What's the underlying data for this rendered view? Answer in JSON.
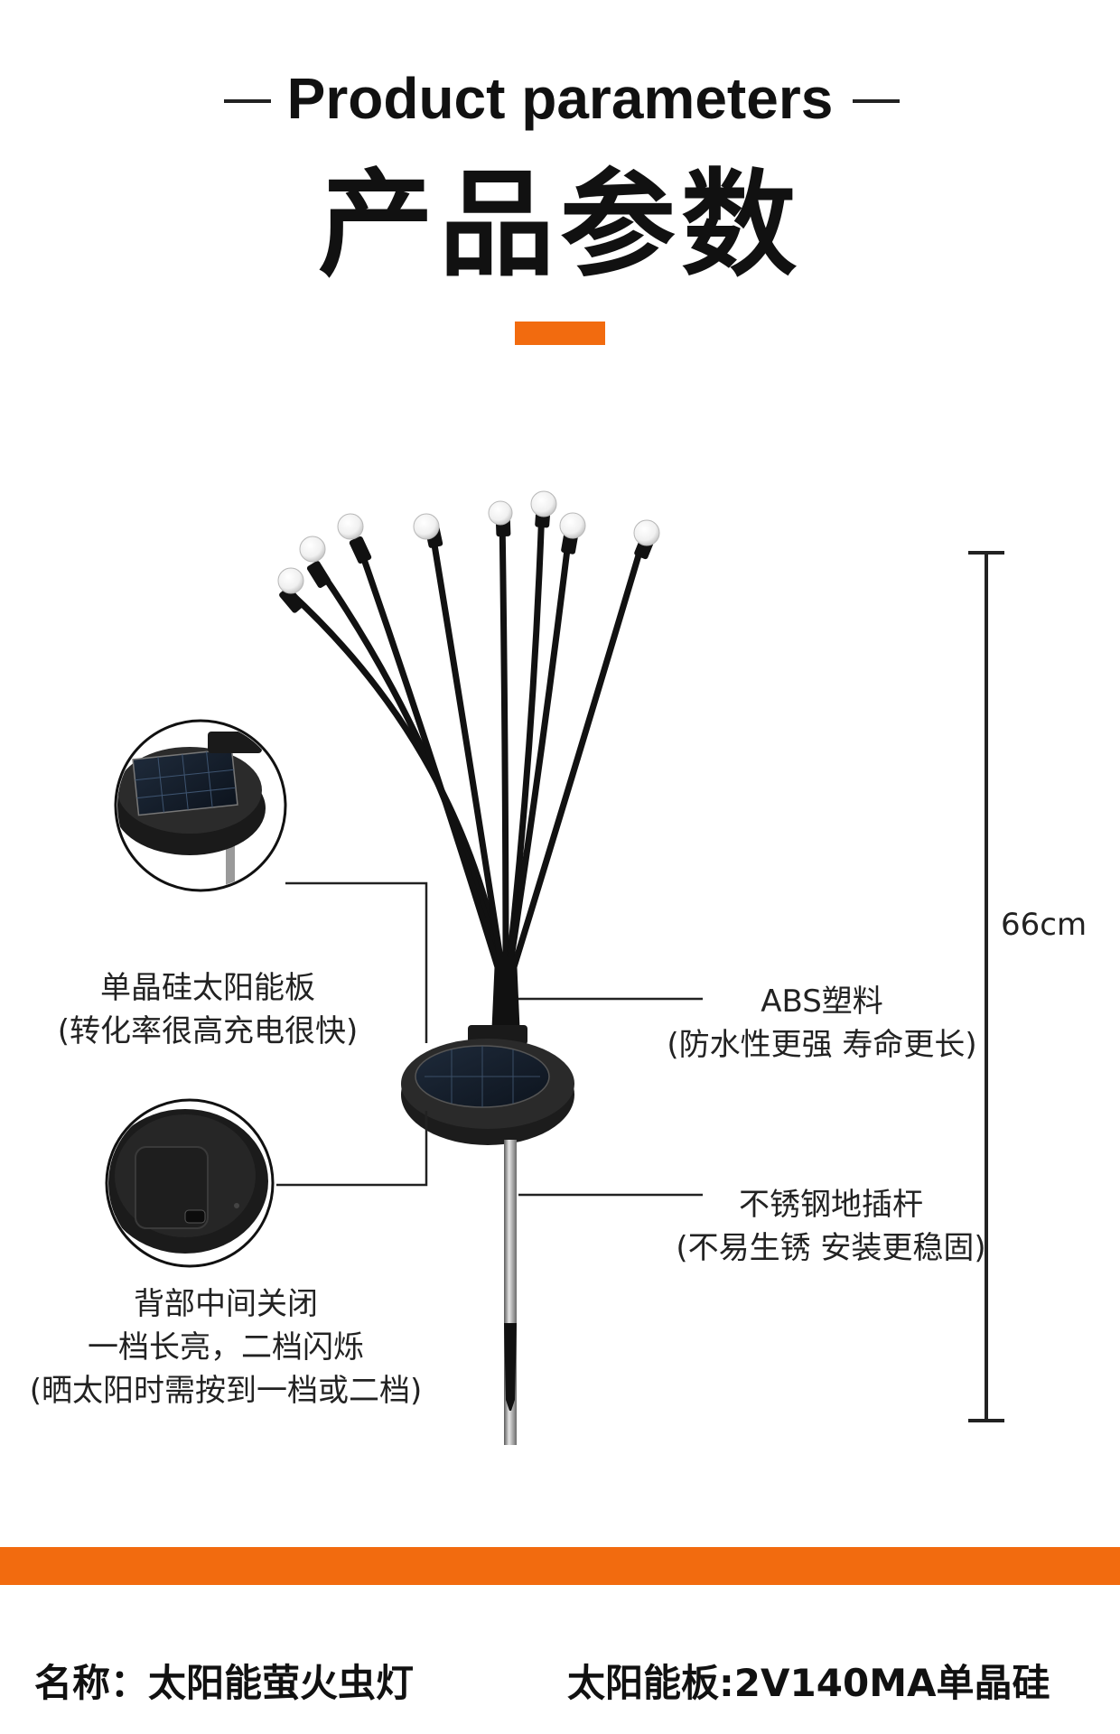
{
  "header": {
    "title_en": "Product parameters",
    "title_cn": "产品参数"
  },
  "callouts": {
    "solar_panel": {
      "line1": "单晶硅太阳能板",
      "line2": "(转化率很高充电很快)"
    },
    "abs": {
      "line1": "ABS塑料",
      "line2": "(防水性更强 寿命更长)"
    },
    "rod": {
      "line1": "不锈钢地插杆",
      "line2": "(不易生锈 安装更稳固)"
    },
    "switch": {
      "line1": "背部中间关闭",
      "line2": "一档长亮，二档闪烁",
      "line3": "(晒太阳时需按到一档或二档)"
    },
    "height": "66cm"
  },
  "specs": {
    "name": "名称：太阳能萤火虫灯",
    "panel": "太阳能板:2V140MA单晶硅"
  },
  "colors": {
    "accent": "#f26b0f",
    "text": "#111111"
  }
}
